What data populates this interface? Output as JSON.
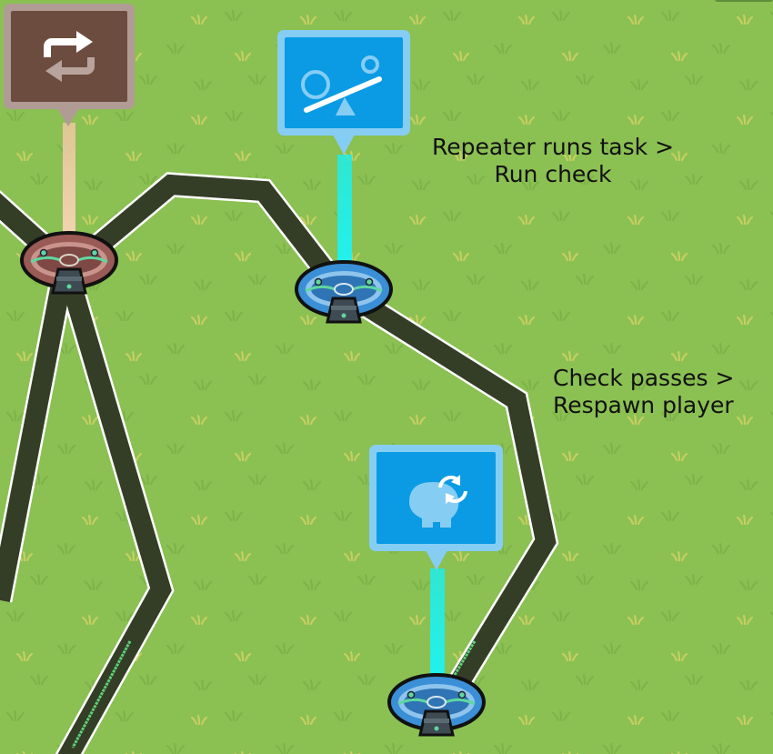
{
  "scene": {
    "type": "game-map-canvas",
    "background_color": "#8bc052"
  },
  "devices": [
    {
      "id": "repeater",
      "icon": "repeat-icon",
      "bubble_color": "#6c4c3f",
      "bubble_border": "#b09c95",
      "beam_color": "#f2c9a6",
      "base_color": "#9a5a55"
    },
    {
      "id": "checker",
      "icon": "seesaw-balance-icon",
      "bubble_color": "#0a9be4",
      "bubble_border": "#86cdf4",
      "beam_color": "#19f0f0",
      "base_color": "#3a8fd6"
    },
    {
      "id": "respawner",
      "icon": "respawn-character-icon",
      "bubble_color": "#0a9be4",
      "bubble_border": "#86cdf4",
      "beam_color": "#19f0f0",
      "base_color": "#3a8fd6"
    }
  ],
  "annotations": [
    {
      "line1": "Repeater runs task >",
      "line2": "Run check"
    },
    {
      "line1": "Check passes >",
      "line2": "Respawn player"
    }
  ],
  "wire": {
    "color": "#343e26",
    "outline": "#ffffff",
    "signal_color": "#5ed07a"
  }
}
